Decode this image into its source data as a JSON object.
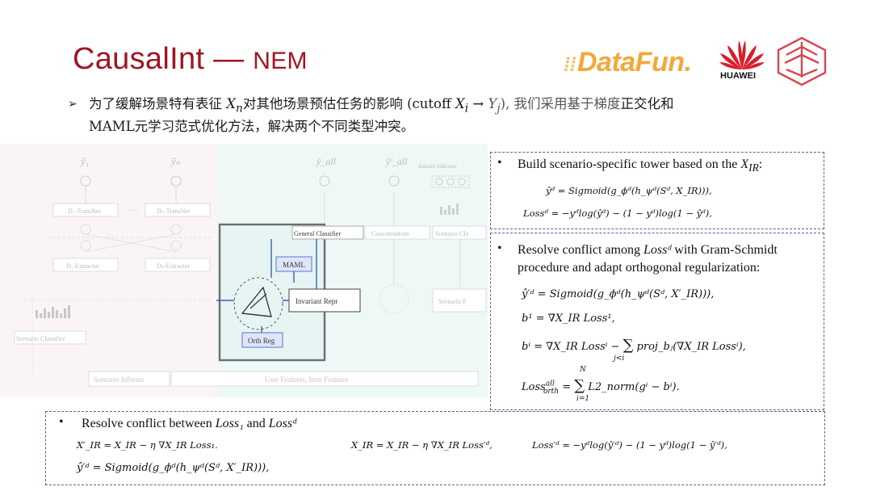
{
  "title": {
    "main": "CausalInt — ",
    "sub": "NEM"
  },
  "logos": {
    "datafun": "DataFun.",
    "huawei": "HUAWEI"
  },
  "bullet": {
    "line1_a": "为了缓解场景特有表征 ",
    "line1_math": "X",
    "line1_sub": "n",
    "line1_b": "对其他场景预估任务的影响 (cutoff ",
    "line1_xi": "X",
    "line1_xi_sub": "i",
    "line1_arrow": " → ",
    "line1_yj": "Y",
    "line1_yj_sub": "j",
    "line1_c": "), 我们采用基于梯度",
    "line1_d": "正交化和",
    "line2": "MAML元学习范式优化方法，解决两个不同类型冲突。"
  },
  "diagram": {
    "y1": "ŷ₁",
    "yn": "ŷₙ",
    "yall": "ŷ_all",
    "yall2": "ŷ'_all",
    "domain_indicator": "domain indicator",
    "d1_trans": "D₁-TransNet",
    "dots": "···",
    "dn_trans": "Dₙ-TransNet",
    "d1_extract": "D₁-Extractor",
    "dn_extract": "Dₙ-Extractor",
    "scenario_classifier": "Scenario Classifier",
    "general_classifier": "General Classifier",
    "concatenation": "Concatenation",
    "scenario_cla": "Scenario Cla",
    "maml": "MAML",
    "invariant_repr": "Invariant Repr",
    "scenario_f": "Scenario F",
    "orth_reg": "Orth Reg",
    "scenario_informs": "Scenario Informs",
    "user_features": "User Features, Item Features"
  },
  "box1": {
    "text_a": "Build scenario-specific tower based on the ",
    "text_math": "X",
    "text_sub": "IR",
    "text_end": ":",
    "f1": "ŷᵈ = Sigmoid(g_ϕᵈ(h_ψᵈ(Sᵈ, X_IR))),",
    "f2": "Lossᵈ = −yᵈlog(ŷᵈ) − (1 − yᵈ)log(1 − ŷᵈ),"
  },
  "box2": {
    "text1_a": "Resolve conflict among ",
    "text1_math": "Lossᵈ",
    "text1_b": " with Gram-Schmidt",
    "text2": "procedure and adapt orthogonal regularization:",
    "f1": "ŷ′ᵈ = Sigmoid(g_ϕᵈ(h_ψᵈ(Sᵈ, X′_IR))),",
    "f2": "b¹ = ∇X_IR Loss¹,",
    "f3a": "bⁱ = ∇X_IR Lossⁱ − ",
    "f3sum": "∑",
    "f3sub": "j<i",
    "f3b": " proj_bⱼ(∇X_IR Lossⁱ),",
    "f4a": "Loss",
    "f4sup": "all",
    "f4sub": "orth",
    "f4b": " = ",
    "f4sum": "∑",
    "f4top": "N",
    "f4bot": "i=1",
    "f4c": " L2_norm(gⁱ − bⁱ)."
  },
  "box3": {
    "text_a": "Resolve conflict between ",
    "text_m1": "Loss₁",
    "text_b": " and ",
    "text_m2": "Lossᵈ",
    "f1": "X′_IR = X_IR − η ∇X_IR Loss₁.",
    "f2": "X_IR = X_IR − η ∇X_IR Loss′ᵈ,",
    "f3": "Loss′ᵈ = −yᵈlog(ŷ′ᵈ) − (1 − yᵈ)log(1 − ŷ′ᵈ),",
    "f4": "ŷ′ᵈ = Sigmoid(g_ϕᵈ(h_ψᵈ(Sᵈ, X′_IR))),"
  },
  "colors": {
    "title": "#a01522",
    "datafun": "#f2a93b",
    "huawei": "#d81e2c",
    "dashed_border": "#6b5a94",
    "diagram_highlight": "#e6f5f3"
  },
  "bullet_symbol": "•",
  "main_bullet_symbol": "➢"
}
